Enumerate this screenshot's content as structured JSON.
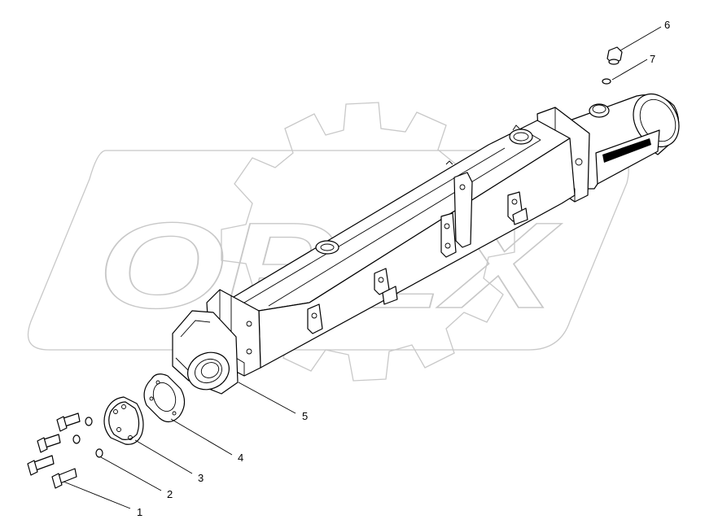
{
  "watermark": {
    "text": "OPEX"
  },
  "callouts": [
    {
      "id": "1",
      "label": "1"
    },
    {
      "id": "2",
      "label": "2"
    },
    {
      "id": "3",
      "label": "3"
    },
    {
      "id": "4",
      "label": "4"
    },
    {
      "id": "5",
      "label": "5"
    },
    {
      "id": "6",
      "label": "6"
    },
    {
      "id": "7",
      "label": "7"
    }
  ]
}
